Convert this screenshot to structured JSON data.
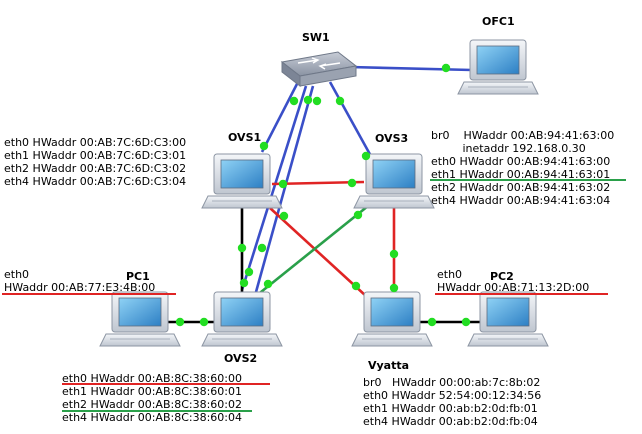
{
  "nodes": {
    "sw1": "SW1",
    "ofc1": "OFC1",
    "ovs1": "OVS1",
    "ovs2": "OVS2",
    "ovs3": "OVS3",
    "pc1": "PC1",
    "pc2": "PC2",
    "vyatta": "Vyatta"
  },
  "ovs1_ifaces": [
    "eth0 HWaddr 00:AB:7C:6D:C3:00",
    "eth1 HWaddr 00:AB:7C:6D:C3:01",
    "eth2 HWaddr 00:AB:7C:6D:C3:02",
    "eth4 HWaddr 00:AB:7C:6D:C3:04"
  ],
  "ovs3_ifaces": [
    "br0    HWaddr 00:AB:94:41:63:00",
    "         inetaddr 192.168.0.30",
    "eth0 HWaddr 00:AB:94:41:63:00",
    "eth1 HWaddr 00:AB:94:41:63:01",
    "eth2 HWaddr 00:AB:94:41:63:02",
    "eth4 HWaddr 00:AB:94:41:63:04"
  ],
  "pc1_iface": {
    "name": "eth0",
    "hw": "HWaddr 00:AB:77:E3:4B:00"
  },
  "pc2_iface": {
    "name": "eth0",
    "hw": "HWaddr 00:AB:71:13:2D:00"
  },
  "ovs2_ifaces": [
    "eth0 HWaddr 00:AB:8C:38:60:00",
    "eth1 HWaddr 00:AB:8C:38:60:01",
    "eth2 HWaddr 00:AB:8C:38:60:02",
    "eth4 HWaddr 00:AB:8C:38:60:04"
  ],
  "vyatta_ifaces": [
    "br0   HWaddr 00:00:ab:7c:8b:02",
    "eth0 HWaddr 52:54:00:12:34:56",
    "eth1 HWaddr 00:ab:b2:0d:fb:01",
    "eth4 HWaddr 00:ab:b2:0d:fb:04"
  ],
  "colors": {
    "blue_link": "#3a4fc8",
    "red_link": "#e02424",
    "green_link": "#2aa04a",
    "black_link": "#000000",
    "port_dot": "#22dd22"
  }
}
